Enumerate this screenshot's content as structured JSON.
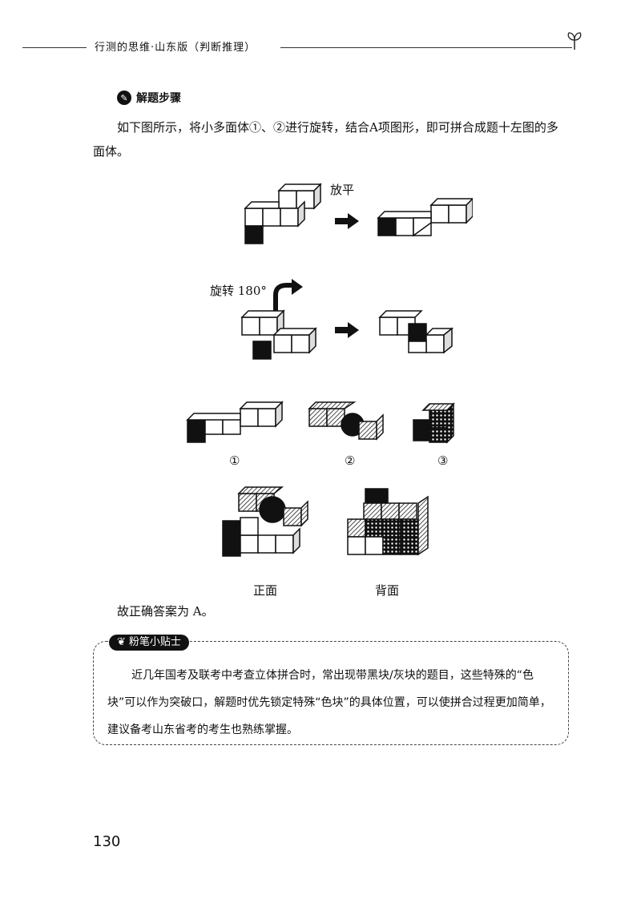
{
  "header": {
    "title": "行测的思维·山东版（判断推理）"
  },
  "section": {
    "title": "解题步骤"
  },
  "paragraph": "如下图所示，将小多面体①、②进行旋转，结合A项图形，即可拼合成题十左图的多面体。",
  "figure": {
    "label_flat": "放平",
    "label_rotate": "旋转 180°",
    "part_labels": [
      "①",
      "②",
      "③"
    ],
    "front_label": "正面",
    "back_label": "背面"
  },
  "answer": "故正确答案为 A。",
  "tip": {
    "title": "粉笔小贴士",
    "text": "近几年国考及联考中考查立体拼合时，常出现带黑块/灰块的题目，这些特殊的“色块”可以作为突破口，解题时优先锁定特殊“色块”的具体位置，可以使拼合过程更加简单，建议备考山东省考的考生也熟练掌握。"
  },
  "page_number": "130"
}
